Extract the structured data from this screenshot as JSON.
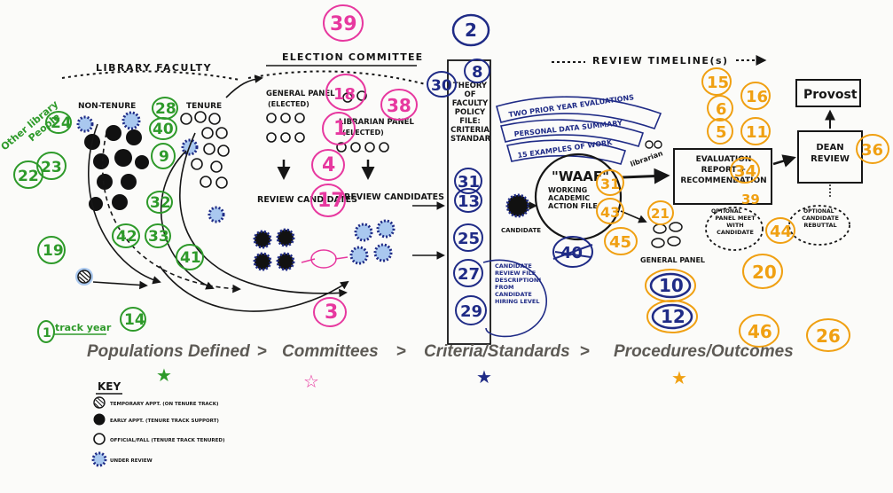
{
  "colors": {
    "green": "#2e9a2a",
    "pink": "#e7389f",
    "navy": "#1f2b86",
    "orange": "#f0a012",
    "ink": "#161616",
    "lightblue": "#a9c8ef"
  },
  "headings": {
    "library_faculty": "LIBRARY FACULTY",
    "election_committee": "ELECTION COMMITTEE",
    "review_timeline": "REVIEW TIMELINE(s)"
  },
  "populations": {
    "col_nontenure": "NON-TENURE",
    "col_tenure": "TENURE",
    "other_library": "Other library",
    "people": "People",
    "numbers": [
      "24",
      "22",
      "23",
      "28",
      "40",
      "9",
      "32",
      "42",
      "33",
      "41",
      "19",
      "14"
    ],
    "track_year_number": "1",
    "track_year_text": "track year"
  },
  "committees": {
    "number_top": "39",
    "general_panel": "GENERAL PANEL",
    "general_panel_sub": "(ELECTED)",
    "librarian_panel": "LIBRARIAN PANEL",
    "librarian_panel_sub": "(ELECTED)",
    "review_candidates_left": "REVIEW CANDIDATES",
    "review_candidates_right": "REVIEW CANDIDATES",
    "numbers": [
      "1",
      "38",
      "4",
      "17",
      "18",
      "3"
    ]
  },
  "criteria": {
    "number_top": "2",
    "column_text": "THEORY OF FACULTY POLICY FILE: CRITERIA STANDARDS",
    "numbers": [
      "8",
      "30",
      "31",
      "13",
      "25",
      "27",
      "29"
    ],
    "bubble_text": "CANDIDATE REVIEW FILE DESCRIPTIONS FROM CANDIDATE HIRING LEVEL"
  },
  "procedures": {
    "banner1": "TWO PRIOR YEAR EVALUATIONS",
    "banner2": "PERSONAL DATA SUMMARY",
    "banner3": "15 EXAMPLES OF WORK",
    "waaf_title": "\"WAAF\"",
    "waaf_sub": "WORKING ACADEMIC ACTION FILE",
    "candidate": "CANDIDATE",
    "librarian": "librarian",
    "general_panel": "GENERAL PANEL",
    "eval_report": "EVALUATION REPORT + RECOMMENDATION",
    "dean_review": "DEAN REVIEW",
    "provost": "Provost",
    "panel_meet": "PANEL MEET WITH CANDIDATE",
    "candidate_rebuttal": "CANDIDATE REBUTTAL",
    "optional_label": "OPTIONAL",
    "orange_numbers": [
      "15",
      "16",
      "6",
      "5",
      "11",
      "36",
      "34",
      "39",
      "21",
      "31",
      "43",
      "45",
      "44",
      "20",
      "46",
      "26"
    ],
    "navy_numbers": [
      "10",
      "12"
    ],
    "struck_number": "40"
  },
  "stages": {
    "s1": "Populations Defined",
    "s2": "Committees",
    "s3": "Criteria/Standards",
    "s4": "Procedures/Outcomes",
    "sep": ">"
  },
  "key": {
    "title": "KEY",
    "items": [
      "TEMPORARY APPT. (ON TENURE TRACK)",
      "EARLY APPT. (TENURE TRACK SUPPORT)",
      "OFFICIAL/FALL (TENURE TRACK TENURED)",
      "UNDER REVIEW"
    ]
  }
}
